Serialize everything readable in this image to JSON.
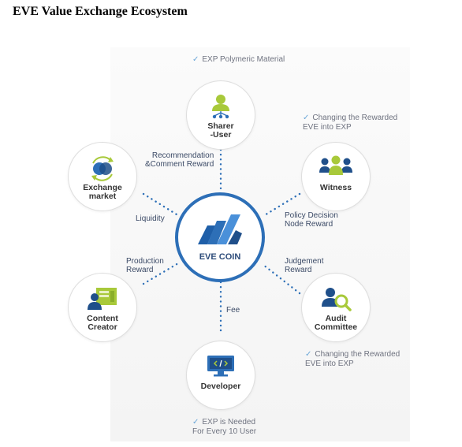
{
  "title": "EVE Value Exchange Ecosystem",
  "center": {
    "label": "EVE COIN"
  },
  "nodes": {
    "sharer": {
      "label": "Sharer\n-User"
    },
    "witness": {
      "label": "Witness"
    },
    "audit": {
      "label": "Audit\nCommittee"
    },
    "developer": {
      "label": "Developer"
    },
    "content_creator": {
      "label": "Content\nCreator"
    },
    "exchange": {
      "label": "Exchange\nmarket"
    }
  },
  "flows": {
    "recommendation": "Recommendation\n&Comment Reward",
    "policy": "Policy Decision\nNode Reward",
    "judgement": "Judgement\nReward",
    "fee": "Fee",
    "production": "Production\nReward",
    "liquidity": "Liquidity"
  },
  "notes": {
    "sharer": "EXP Polymeric Material",
    "witness": "Changing the Rewarded\nEVE into EXP",
    "audit": "Changing the Rewarded\nEVE into EXP",
    "developer": "EXP is Needed\nFor Every 10 User"
  },
  "colors": {
    "accent": "#2d6fb7",
    "green": "#a8c93a",
    "navy": "#1f4f8a",
    "dots": "#2d6fb7"
  }
}
